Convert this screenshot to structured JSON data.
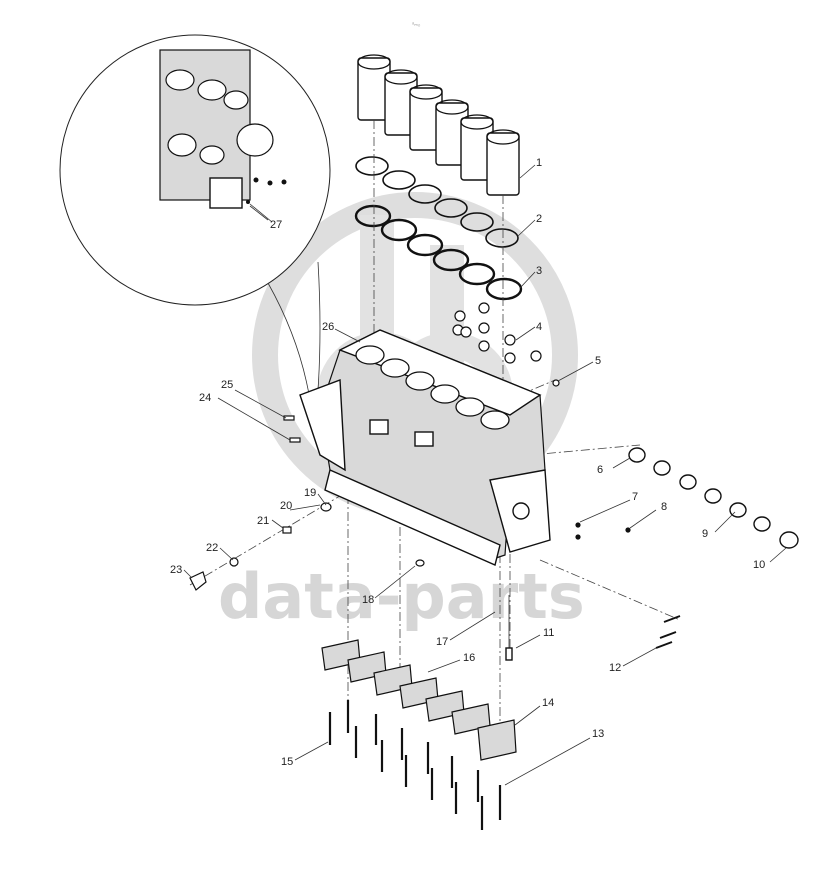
{
  "header_mark": "ᵃₘₒ",
  "watermark": {
    "text": "data-parts",
    "color": "#d6d6d6"
  },
  "callouts": {
    "c1": "1",
    "c2": "2",
    "c3": "3",
    "c4": "4",
    "c5": "5",
    "c6": "6",
    "c7": "7",
    "c8": "8",
    "c9": "9",
    "c10": "10",
    "c11": "11",
    "c12": "12",
    "c13": "13",
    "c14": "14",
    "c15": "15",
    "c16": "16",
    "c17": "17",
    "c18": "18",
    "c19": "19",
    "c20": "20",
    "c21": "21",
    "c22": "22",
    "c23": "23",
    "c24": "24",
    "c25": "25",
    "c26": "26",
    "c27": "27"
  }
}
